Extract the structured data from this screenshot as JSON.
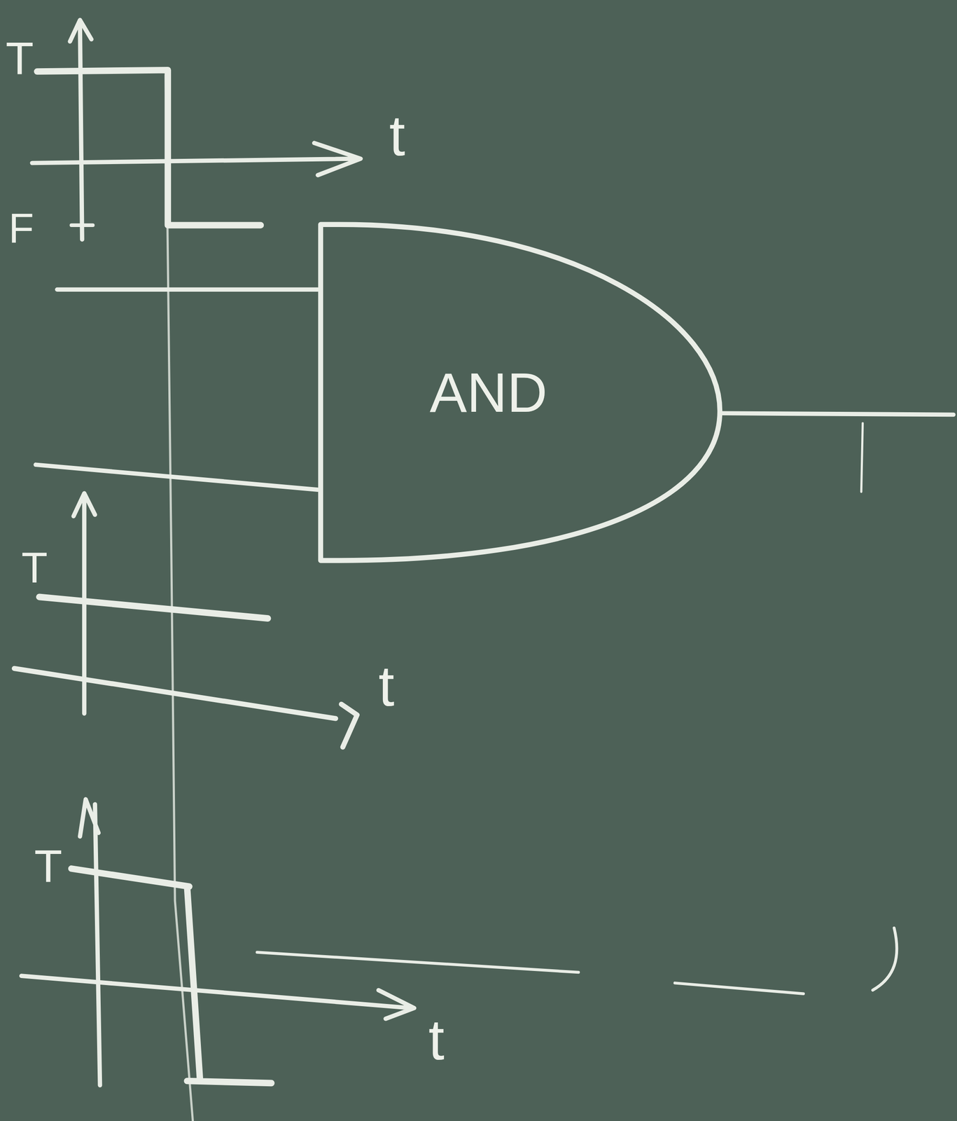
{
  "diagram": {
    "nodes": [
      {
        "text": [
          "AND"
        ]
      }
    ],
    "labels": [
      "T",
      "F",
      "t",
      "T",
      "t",
      "T",
      "t"
    ]
  }
}
